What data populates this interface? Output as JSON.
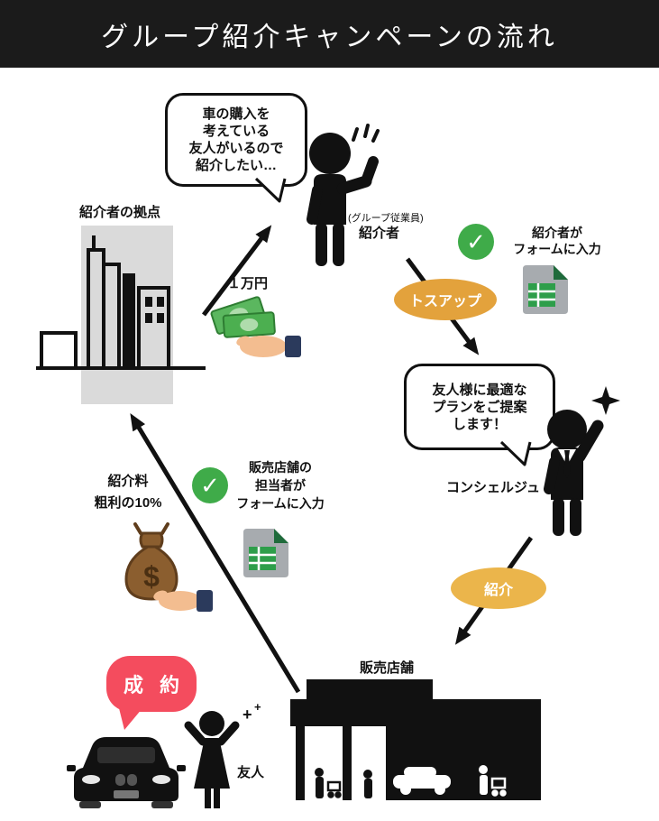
{
  "header": {
    "title": "グループ紹介キャンペーンの流れ"
  },
  "speech": {
    "want_intro": {
      "lines": [
        "車の購入を",
        "考えている",
        "友人がいるので",
        "紹介したい…"
      ]
    },
    "proposal": {
      "lines": [
        "友人様に最適な",
        "プランをご提案",
        "します！"
      ]
    },
    "contract": {
      "label": "成 約"
    }
  },
  "labels": {
    "base": "紹介者の拠点",
    "reward": "１万円",
    "introducer_note": "(グループ従業員)",
    "introducer": "紹介者",
    "tossup": "トスアップ",
    "concierge": "コンシェルジュ",
    "intro": "紹介",
    "store": "販売店舗",
    "friend": "友人",
    "fee": {
      "lines": [
        "紹介料",
        "粗利の10%"
      ]
    }
  },
  "forms": {
    "introducer_form": {
      "lines": [
        "紹介者が",
        "フォームに入力"
      ]
    },
    "store_form": {
      "lines": [
        "販売店舗の",
        "担当者が",
        "フォームに入力"
      ]
    }
  },
  "icons": {
    "checkmark": "✓",
    "dollar_sign": "$",
    "plus": "+"
  },
  "colors": {
    "header_bg": "#1b1b1b",
    "ellipse_tossup": "#e3a23c",
    "ellipse_intro": "#ebb54b",
    "check_green": "#3fab49",
    "contract_red": "#f44c5e",
    "sheet_gray": "#a7abaf",
    "sheet_fold_green": "#1f6b3b",
    "sheet_grid_green": "#2e9e4a",
    "building_gray": "#dadada",
    "money_green": "#4caf50",
    "bag_brown": "#8b5e2f",
    "hand_skin": "#f3bd90",
    "cuff_navy": "#2b3a5c"
  }
}
